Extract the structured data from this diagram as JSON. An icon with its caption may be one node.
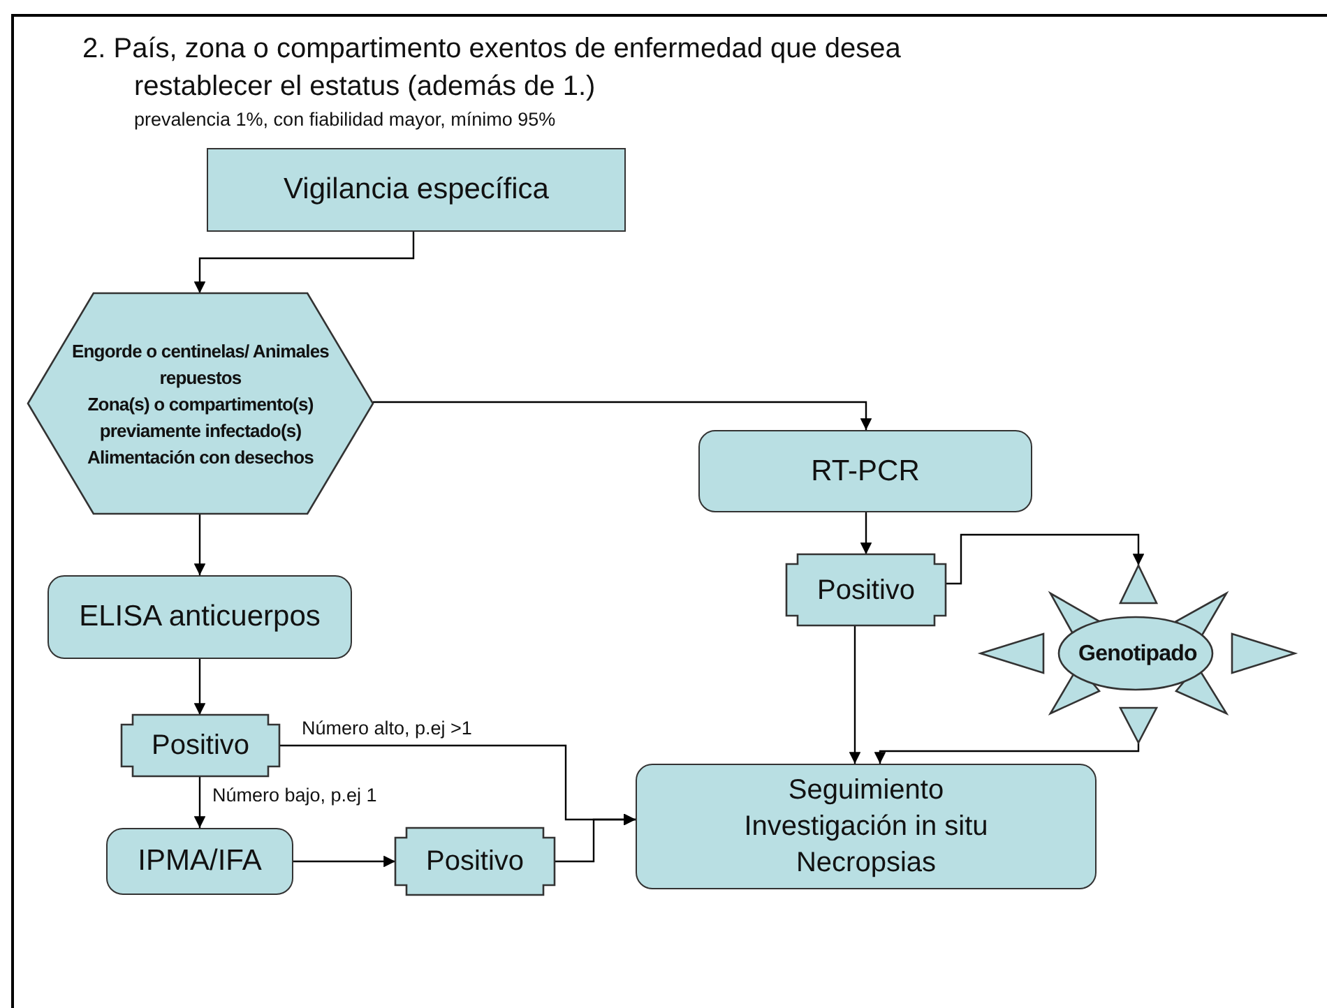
{
  "diagram": {
    "title": "2. País, zona o compartimento exentos de enfermedad que desea restablecer el estatus (además de 1.)",
    "nodes": [
      {
        "text": [
          "Vigilancia específica"
        ]
      },
      {
        "text": [
          "Engorde o centinelas/ Animales repuestos",
          "Zona(s) o compartimento(s) previamente infectado(s)",
          "Alimentación con desechos"
        ]
      },
      {
        "text": [
          "RT-PCR"
        ]
      },
      {
        "text": [
          "ELISA anticuerpos"
        ]
      },
      {
        "text": [
          "Positivo"
        ]
      },
      {
        "text": [
          "Positivo"
        ]
      },
      {
        "text": [
          "Genotipado"
        ]
      },
      {
        "text": [
          "Seguimiento",
          "Investigación in situ",
          "Necropsias"
        ]
      },
      {
        "text": [
          "IPMA/IFA"
        ]
      },
      {
        "text": [
          "Positivo"
        ]
      }
    ],
    "edges": [
      {
        "from": 0,
        "to": 1,
        "arrow": "to"
      },
      {
        "from": 1,
        "to": 2,
        "arrow": "to"
      },
      {
        "from": 1,
        "to": 3,
        "arrow": "to"
      },
      {
        "from": 2,
        "to": 5,
        "arrow": "to"
      },
      {
        "from": 5,
        "to": 6,
        "arrow": "to"
      },
      {
        "from": 5,
        "to": 7,
        "arrow": "to"
      },
      {
        "from": 6,
        "to": 7,
        "arrow": "to"
      },
      {
        "from": 3,
        "to": 4,
        "arrow": "to"
      },
      {
        "from": 4,
        "to": 7,
        "arrow": "to",
        "label": "Número alto, p.ej >1"
      },
      {
        "from": 4,
        "to": 8,
        "arrow": "to",
        "label": "Número bajo, p.ej 1"
      },
      {
        "from": 8,
        "to": 9,
        "arrow": "to"
      },
      {
        "from": 9,
        "to": 7,
        "arrow": "to"
      }
    ],
    "labels": [
      "prevalencia 1%, con fiabilidad mayor, mínimo 95%"
    ]
  }
}
